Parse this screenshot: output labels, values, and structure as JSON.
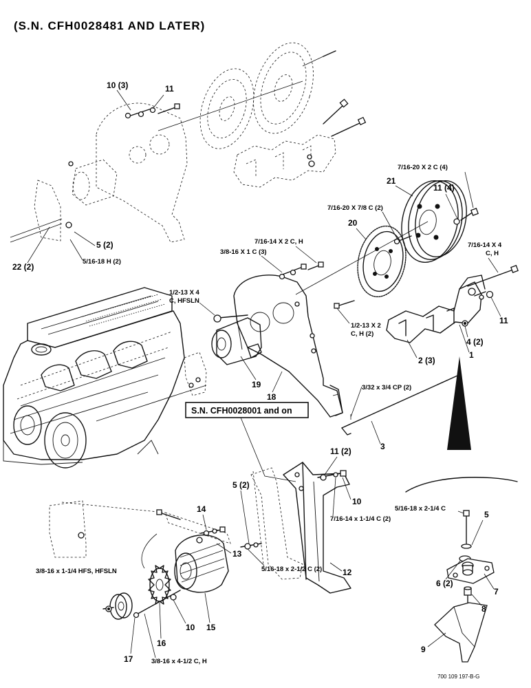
{
  "title": "(S.N. CFH0028481 AND LATER)",
  "callout_box": "S.N. CFH0028001 and on",
  "figure_number": "700 109 197-B-G",
  "labels": {
    "l10_3": "10 (3)",
    "l11_top": "11",
    "l5_2_left": "5 (2)",
    "l_5_16_18h": "5/16-18 H (2)",
    "l22_2": "22 (2)",
    "l_7_16_20x2c": "7/16-20 X 2 C (4)",
    "l21": "21",
    "l11_4": "11 (4)",
    "l_7_16_20x7_8": "7/16-20 X 7/8 C (2)",
    "l20": "20",
    "l_7_16_14x2ch": "7/16-14 X 2 C, H",
    "l_3_8_16x1c": "3/8-16 X 1 C (3)",
    "l_7_16_14x4_a": "7/16-14 X 4",
    "l_7_16_14x4_b": "C, H",
    "l_1_2_13x4_a": "1/2-13 X 4",
    "l_1_2_13x4_b": "C, HFSLN",
    "l11_right": "11",
    "l_1_2_13x2_a": "1/2-13 X 2",
    "l_1_2_13x2_b": "C, H (2)",
    "l4_2": "4 (2)",
    "l1": "1",
    "l2_3": "2 (3)",
    "l19": "19",
    "l18": "18",
    "l_3_32": "3/32 x 3/4 CP (2)",
    "l3": "3",
    "l11_2": "11 (2)",
    "l5_2_mid": "5 (2)",
    "l10_mid": "10",
    "l_7_16_14x1_1_4": "7/16-14 x 1-1/4 C (2)",
    "l14": "14",
    "l13": "13",
    "l_3_8_16x1_1_4": "3/8-16 x 1-1/4 HFS, HFSLN",
    "l_5_16_18x2_1_2": "5/16-18 x 2-1/2 C (2)",
    "l12": "12",
    "l_5_16_18x2_1_4": "5/16-18 x 2-1/4 C",
    "l5_right": "5",
    "l6_2": "6 (2)",
    "l7": "7",
    "l8": "8",
    "l9": "9",
    "l10_bottom": "10",
    "l15": "15",
    "l16": "16",
    "l17": "17",
    "l_3_8_16x4_1_2": "3/8-16 x 4-1/2 C, H"
  }
}
